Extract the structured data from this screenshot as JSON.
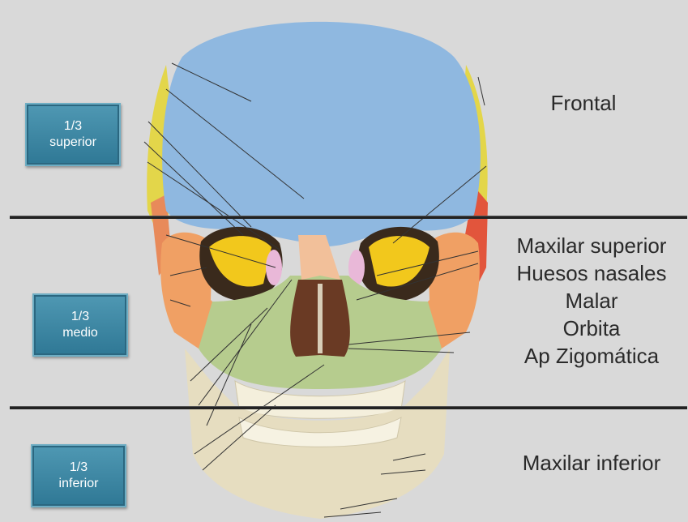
{
  "zones": {
    "superior": {
      "line1": "1/3",
      "line2": "superior"
    },
    "medio": {
      "line1": "1/3",
      "line2": "medio"
    },
    "inferior": {
      "line1": "1/3",
      "line2": "inferior"
    }
  },
  "labels": {
    "frontal": "Frontal",
    "medio_items": [
      "Maxilar superior",
      "Huesos nasales",
      "Malar",
      "Orbita",
      "Ap Zigomática"
    ],
    "inferior": "Maxilar inferior"
  },
  "colors": {
    "frontal": "#8fb8e0",
    "parietal": "#e3d64a",
    "temporal_red": "#e2553c",
    "zygomatic": "#f0a064",
    "maxilla": "#b6cc8e",
    "nasal": "#f2c09a",
    "orbit_yellow": "#f2c81c",
    "mandible": "#e6ddc0",
    "button": "#3d89a6"
  }
}
